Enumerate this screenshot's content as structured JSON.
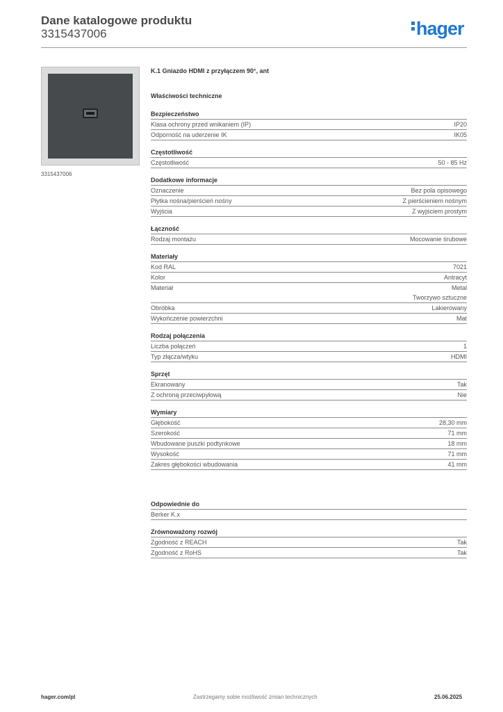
{
  "header": {
    "title": "Dane katalogowe produktu",
    "number": "3315437006",
    "logo": "hager",
    "brand_color": "#1f78d1"
  },
  "image": {
    "caption": "3315437006"
  },
  "product_title": "K.1 Gniazdo HDMI z przyłączem 90°, ant",
  "properties_title": "Właściwości techniczne",
  "sections": [
    {
      "title": "Bezpieczeństwo",
      "rows": [
        {
          "k": "Klasa ochrony przed wnikaniem (IP)",
          "v": "IP20"
        },
        {
          "k": "Odporność na uderzenie IK",
          "v": "IK05"
        }
      ]
    },
    {
      "title": "Częstotliwość",
      "rows": [
        {
          "k": "Częstotliwość",
          "v": "50 - 85 Hz"
        }
      ]
    },
    {
      "title": "Dodatkowe informacje",
      "rows": [
        {
          "k": "Oznaczenie",
          "v": "Bez pola opisowego"
        },
        {
          "k": "Płytka nośna/pierścień nośny",
          "v": "Z pierścieniem nośnym"
        },
        {
          "k": "Wyjścia",
          "v": "Z wyjściem prostym"
        }
      ]
    },
    {
      "title": "Łączność",
      "rows": [
        {
          "k": "Rodzaj montażu",
          "v": "Mocowanie śrubowe"
        }
      ]
    },
    {
      "title": "Materiały",
      "rows": [
        {
          "k": "Kod RAL",
          "v": "7021"
        },
        {
          "k": "Kolor",
          "v": "Antracyt"
        },
        {
          "k": "Materiał",
          "v": "Metal",
          "v2": "Tworzywo sztuczne"
        },
        {
          "k": "Obróbka",
          "v": "Lakierowany"
        },
        {
          "k": "Wykończenie powierzchni",
          "v": "Mat"
        }
      ]
    },
    {
      "title": "Rodzaj połączenia",
      "rows": [
        {
          "k": "Liczba połączeń",
          "v": "1"
        },
        {
          "k": "Typ złącza/wtyku",
          "v": "HDMI"
        }
      ]
    },
    {
      "title": "Sprzęt",
      "rows": [
        {
          "k": "Ekranowany",
          "v": "Tak"
        },
        {
          "k": "Z ochroną przeciwpyłową",
          "v": "Nie"
        }
      ]
    },
    {
      "title": "Wymiary",
      "rows": [
        {
          "k": "Głębokość",
          "v": "28,30 mm"
        },
        {
          "k": "Szerokość",
          "v": "71 mm"
        },
        {
          "k": "Wbudowane puszki podtynkowe",
          "v": "18 mm"
        },
        {
          "k": "Wysokość",
          "v": "71 mm"
        },
        {
          "k": "Zakres głębokości wbudowania",
          "v": "41 mm"
        }
      ]
    }
  ],
  "sections2": [
    {
      "title": "Odpowiednie do",
      "rows": [
        {
          "k": "Berker K.x",
          "v": ""
        }
      ]
    },
    {
      "title": "Zrównoważony rozwój",
      "rows": [
        {
          "k": "Zgodność z REACH",
          "v": "Tak"
        },
        {
          "k": "Zgodność z RoHS",
          "v": "Tak"
        }
      ]
    }
  ],
  "footer": {
    "left": "hager.com/pl",
    "middle": "Zastrzegamy sobie możliwość zmian technicznych",
    "right": "25.06.2025"
  }
}
